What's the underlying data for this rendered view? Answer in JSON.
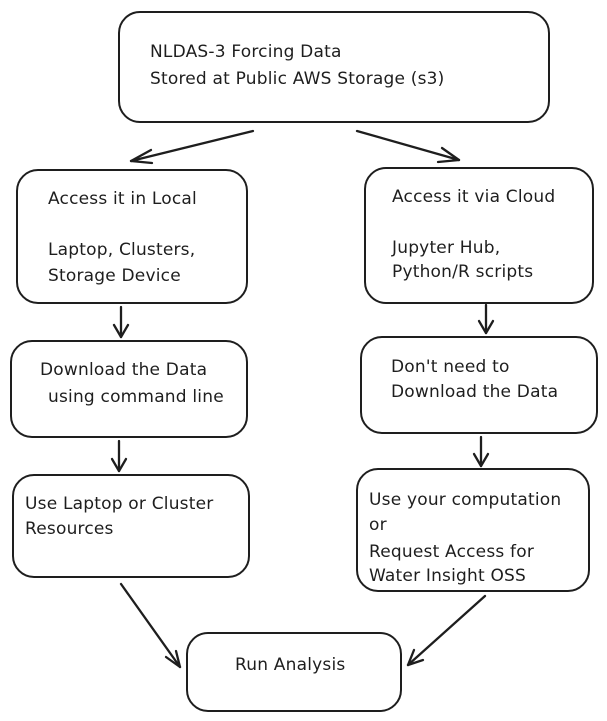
{
  "nodes": {
    "source": {
      "line1": "NLDAS-3 Forcing Data",
      "line2": "Stored at Public AWS Storage (s3)"
    },
    "local": {
      "title": "Access it in Local",
      "line1": "Laptop, Clusters,",
      "line2": "Storage Device"
    },
    "cloud": {
      "title": "Access it via Cloud",
      "line1": "Jupyter Hub,",
      "line2": "Python/R scripts"
    },
    "download": {
      "line1": "Download the Data",
      "line2": "using command line"
    },
    "no_download": {
      "line1": "Don't need to",
      "line2": "Download the Data"
    },
    "laptop_resources": {
      "line1": "Use Laptop or Cluster",
      "line2": "Resources"
    },
    "computation": {
      "line1": "Use your computation",
      "line2": "or",
      "line3": "Request Access for",
      "line4": "Water Insight OSS"
    },
    "analysis": {
      "label": "Run Analysis"
    }
  },
  "style": {
    "stroke_color": "#1e1e1e",
    "background": "#ffffff"
  }
}
